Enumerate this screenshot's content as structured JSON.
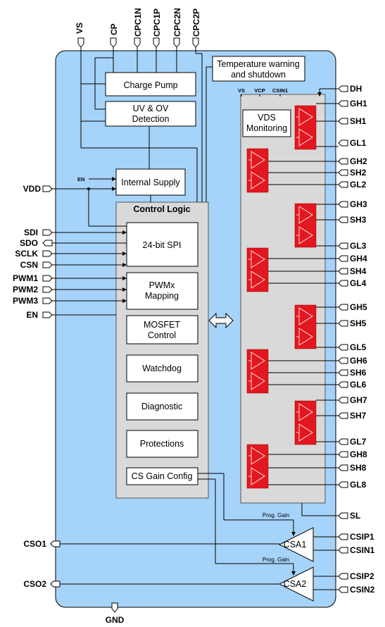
{
  "top_pins": {
    "vs": "VS",
    "cp": "CP",
    "cpc1n": "CPC1N",
    "cpc1p": "CPC1P",
    "cpc2n": "CPC2N",
    "cpc2p": "CPC2P"
  },
  "left_pins": {
    "vdd": "VDD",
    "sdi": "SDI",
    "sdo": "SDO",
    "sclk": "SCLK",
    "csn": "CSN",
    "pwm1": "PWM1",
    "pwm2": "PWM2",
    "pwm3": "PWM3",
    "en": "EN",
    "cso1": "CSO1",
    "cso2": "CSO2"
  },
  "bottom_pins": {
    "gnd": "GND"
  },
  "right_pins": {
    "dh": "DH",
    "gh1": "GH1",
    "sh1": "SH1",
    "gl1": "GL1",
    "gh2": "GH2",
    "sh2": "SH2",
    "gl2": "GL2",
    "gh3": "GH3",
    "sh3": "SH3",
    "gl3": "GL3",
    "gh4": "GH4",
    "sh4": "SH4",
    "gl4": "GL4",
    "gh5": "GH5",
    "sh5": "SH5",
    "gl5": "GL5",
    "gh6": "GH6",
    "sh6": "SH6",
    "gl6": "GL6",
    "gh7": "GH7",
    "sh7": "SH7",
    "gl7": "GL7",
    "gh8": "GH8",
    "sh8": "SH8",
    "gl8": "GL8",
    "sl": "SL",
    "csip1": "CSIP1",
    "csin1": "CSIN1",
    "csip2": "CSIP2",
    "csin2": "CSIN2"
  },
  "blocks": {
    "charge_pump": "Charge Pump",
    "uv_ov_line1": "UV & OV",
    "uv_ov_line2": "Detection",
    "temp_line1": "Temperature warning",
    "temp_line2": "and shutdown",
    "internal_supply": "Internal Supply",
    "internal_supply_en": "EN",
    "control_logic": "Control Logic",
    "spi": "24-bit SPI",
    "pwm_line1": "PWMx",
    "pwm_line2": "Mapping",
    "mosfet_line1": "MOSFET",
    "mosfet_line2": "Control",
    "watchdog": "Watchdog",
    "diagnostic": "Diagnostic",
    "protections": "Protections",
    "cs_gain": "CS Gain Config",
    "vds_line1": "VDS",
    "vds_line2": "Monitoring",
    "supply_vs": "VS",
    "supply_vcp": "VCP",
    "supply_csin1": "CSIN1",
    "csa1": "CSA1",
    "csa2": "CSA2",
    "prog_gain_1": "Prog. Gain",
    "prog_gain_2": "Prog. Gain"
  },
  "colors": {
    "chip_fill": "#a6d3f9",
    "panel_fill": "#d9d9d9",
    "driver_red": "#e3171f"
  }
}
